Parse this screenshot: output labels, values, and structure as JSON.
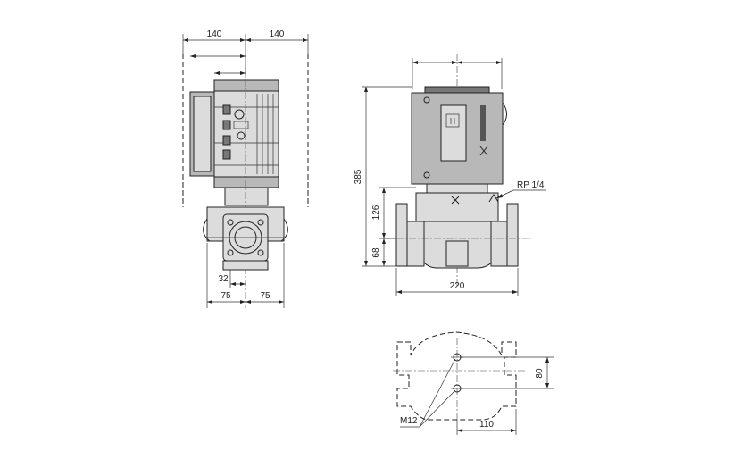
{
  "dimensions": {
    "side_left_width": "140",
    "side_right_width": "140",
    "base_left_width": "75",
    "base_right_width": "75",
    "flange_offset": "32",
    "total_height": "385",
    "motor_base_height": "126",
    "inlet_height": "68",
    "port_to_port": "220",
    "vent_thread": "RP 1/4",
    "foot_hole_spacing": "80",
    "foot_width": "110",
    "bolt_size": "M12"
  },
  "icons": {
    "brand_logo": "grundfos-x-logo"
  }
}
